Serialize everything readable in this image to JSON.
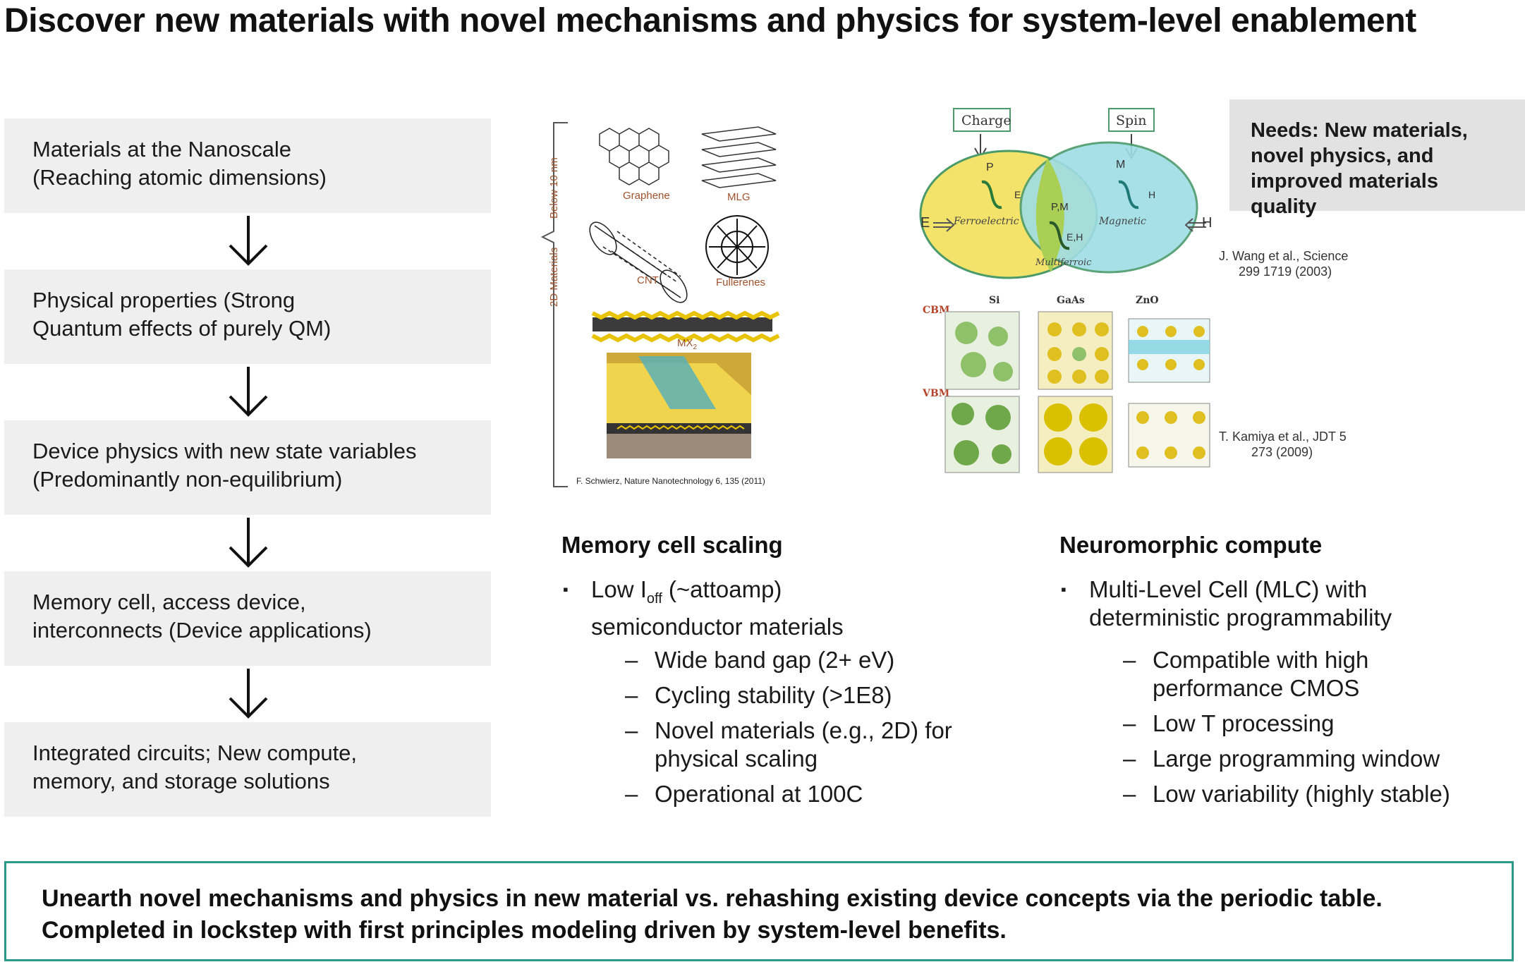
{
  "title": "Discover new materials with novel mechanisms and physics for system-level enablement",
  "flow": [
    {
      "line1": "Materials at the Nanoscale",
      "line2": "(Reaching atomic dimensions)"
    },
    {
      "line1": "Physical properties (Strong",
      "line2": "Quantum effects of purely QM)"
    },
    {
      "line1": "Device physics with new state variables",
      "line2": "(Predominantly non-equilibrium)"
    },
    {
      "line1": "Memory cell, access device,",
      "line2": "interconnects (Device applications)"
    },
    {
      "line1": "Integrated circuits; New compute,",
      "line2": "memory, and storage solutions"
    }
  ],
  "fig1": {
    "brace_top": "Below 10 nm",
    "brace_bottom": "2D Materials",
    "graphene": "Graphene",
    "mlg": "MLG",
    "cnt": "CNT",
    "fullerenes": "Fullerenes",
    "mx2": "MX",
    "mx2_sub": "2",
    "citation": "F. Schwierz, Nature Nanotechnology 6, 135 (2011)"
  },
  "fig2": {
    "charge": "Charge",
    "spin": "Spin",
    "p": "P",
    "m": "M",
    "e": "E",
    "h": "H",
    "pm": "P,M",
    "eh": "E,H",
    "ferroelectric": "Ferroelectric",
    "magnetic": "Magnetic",
    "multiferroic": "Multiferroic",
    "e_arrow": "E",
    "h_arrow": "H"
  },
  "needs": {
    "line1": "Needs: New materials,",
    "line2": "novel physics, and",
    "line3": "improved materials quality"
  },
  "cite_wang": {
    "line1": "J. Wang et al., Science",
    "line2": "299 1719 (2003)"
  },
  "fig3": {
    "si": "Si",
    "gaas": "GaAs",
    "zno": "ZnO",
    "cbm": "CBM",
    "vbm": "VBM"
  },
  "cite_kamiya": {
    "line1": "T. Kamiya et al., JDT 5",
    "line2": "273 (2009)"
  },
  "memory": {
    "heading": "Memory cell scaling",
    "bullet_line1_pre": "Low I",
    "bullet_line1_sub": "off",
    "bullet_line1_post": " (~attoamp)",
    "bullet_line2": "semiconductor materials",
    "sub1": "Wide band gap (2+ eV)",
    "sub2": "Cycling stability (>1E8)",
    "sub3_line1": "Novel materials (e.g., 2D) for",
    "sub3_line2": "physical scaling",
    "sub4": "Operational at 100C"
  },
  "neuro": {
    "heading": "Neuromorphic compute",
    "bullet_line1": "Multi-Level Cell (MLC) with",
    "bullet_line2": "deterministic programmability",
    "sub1_line1": "Compatible with high",
    "sub1_line2": "performance CMOS",
    "sub2": "Low T processing",
    "sub3": "Large programming window",
    "sub4": "Low variability (highly stable)"
  },
  "bottom": {
    "line1": "Unearth novel mechanisms and physics in new material vs. rehashing existing device concepts via the periodic table.",
    "line2": "Completed in lockstep with first principles modeling driven by system-level benefits."
  },
  "colors": {
    "box_gray": "#efefef",
    "needs_gray": "#e2e2e2",
    "teal_border": "#2c9a88",
    "ferro_yellow": "#f3e36a",
    "magnetic_cyan": "#9fdde6",
    "multiferroic_green": "#a9cf55"
  }
}
